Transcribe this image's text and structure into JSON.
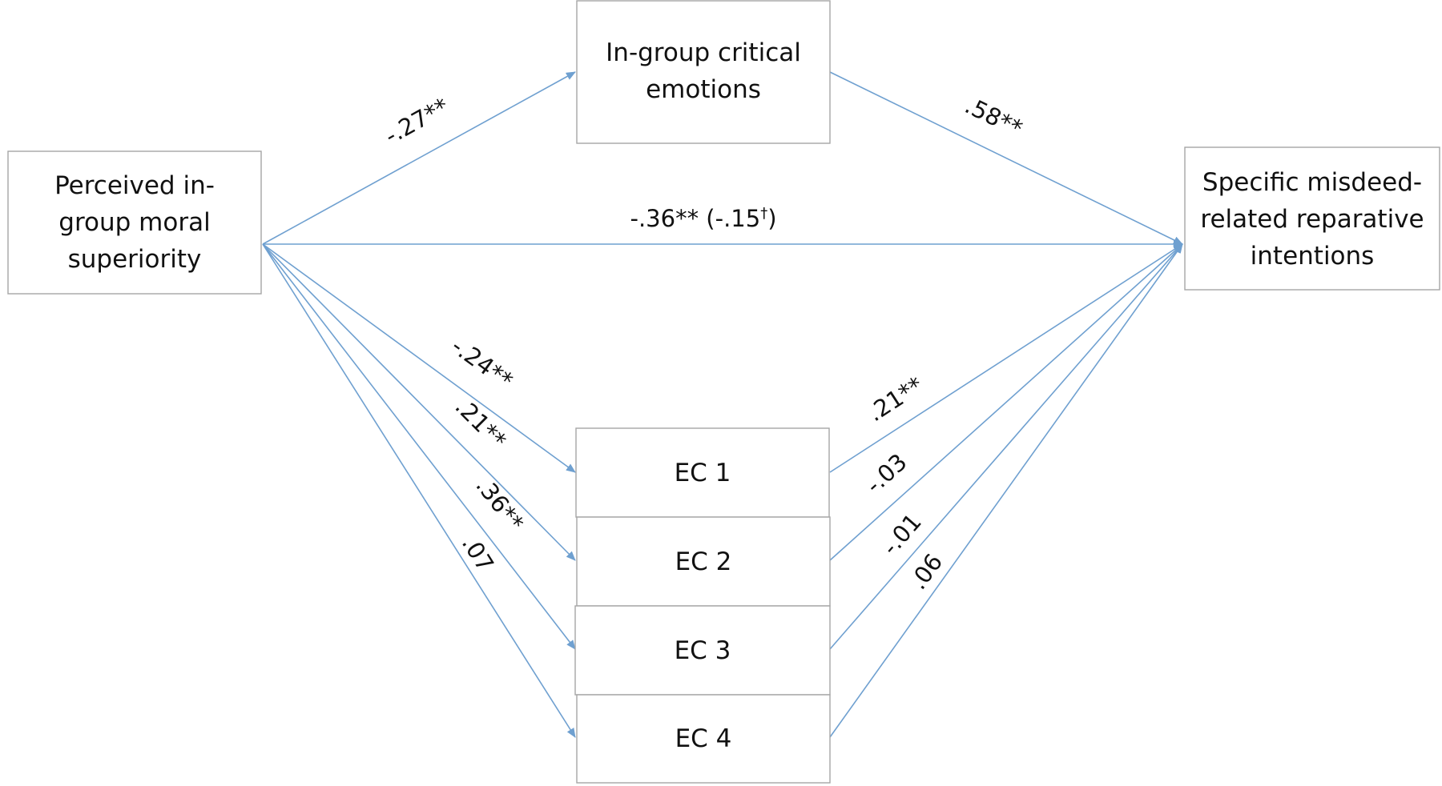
{
  "nodes": {
    "predictor": {
      "lines": [
        "Perceived in-",
        "group moral",
        "superiority"
      ]
    },
    "mediator_top": {
      "lines": [
        "In-group critical",
        "emotions"
      ]
    },
    "outcome": {
      "lines": [
        "Specific misdeed-",
        "related reparative",
        "intentions"
      ]
    },
    "ec1": {
      "lines": [
        "EC 1"
      ]
    },
    "ec2": {
      "lines": [
        "EC 2"
      ]
    },
    "ec3": {
      "lines": [
        "EC 3"
      ]
    },
    "ec4": {
      "lines": [
        "EC 4"
      ]
    }
  },
  "edges": {
    "predictor_to_mediator": {
      "label": "-.27**"
    },
    "mediator_to_outcome": {
      "label": ".58**"
    },
    "direct_path": {
      "label_main": "-.36** (-.15",
      "label_sup": "†",
      "label_close": ")"
    },
    "predictor_to_ec1": {
      "label": "-.24**"
    },
    "predictor_to_ec2": {
      "label": ".21**"
    },
    "predictor_to_ec3": {
      "label": ".36**"
    },
    "predictor_to_ec4": {
      "label": ".07"
    },
    "ec1_to_outcome": {
      "label": ".21**"
    },
    "ec2_to_outcome": {
      "label": "-.03"
    },
    "ec3_to_outcome": {
      "label": "-.01"
    },
    "ec4_to_outcome": {
      "label": ".06"
    }
  },
  "colors": {
    "arrow": "#6fa0d0",
    "box_border": "#a6a6a6",
    "text": "#111111"
  }
}
